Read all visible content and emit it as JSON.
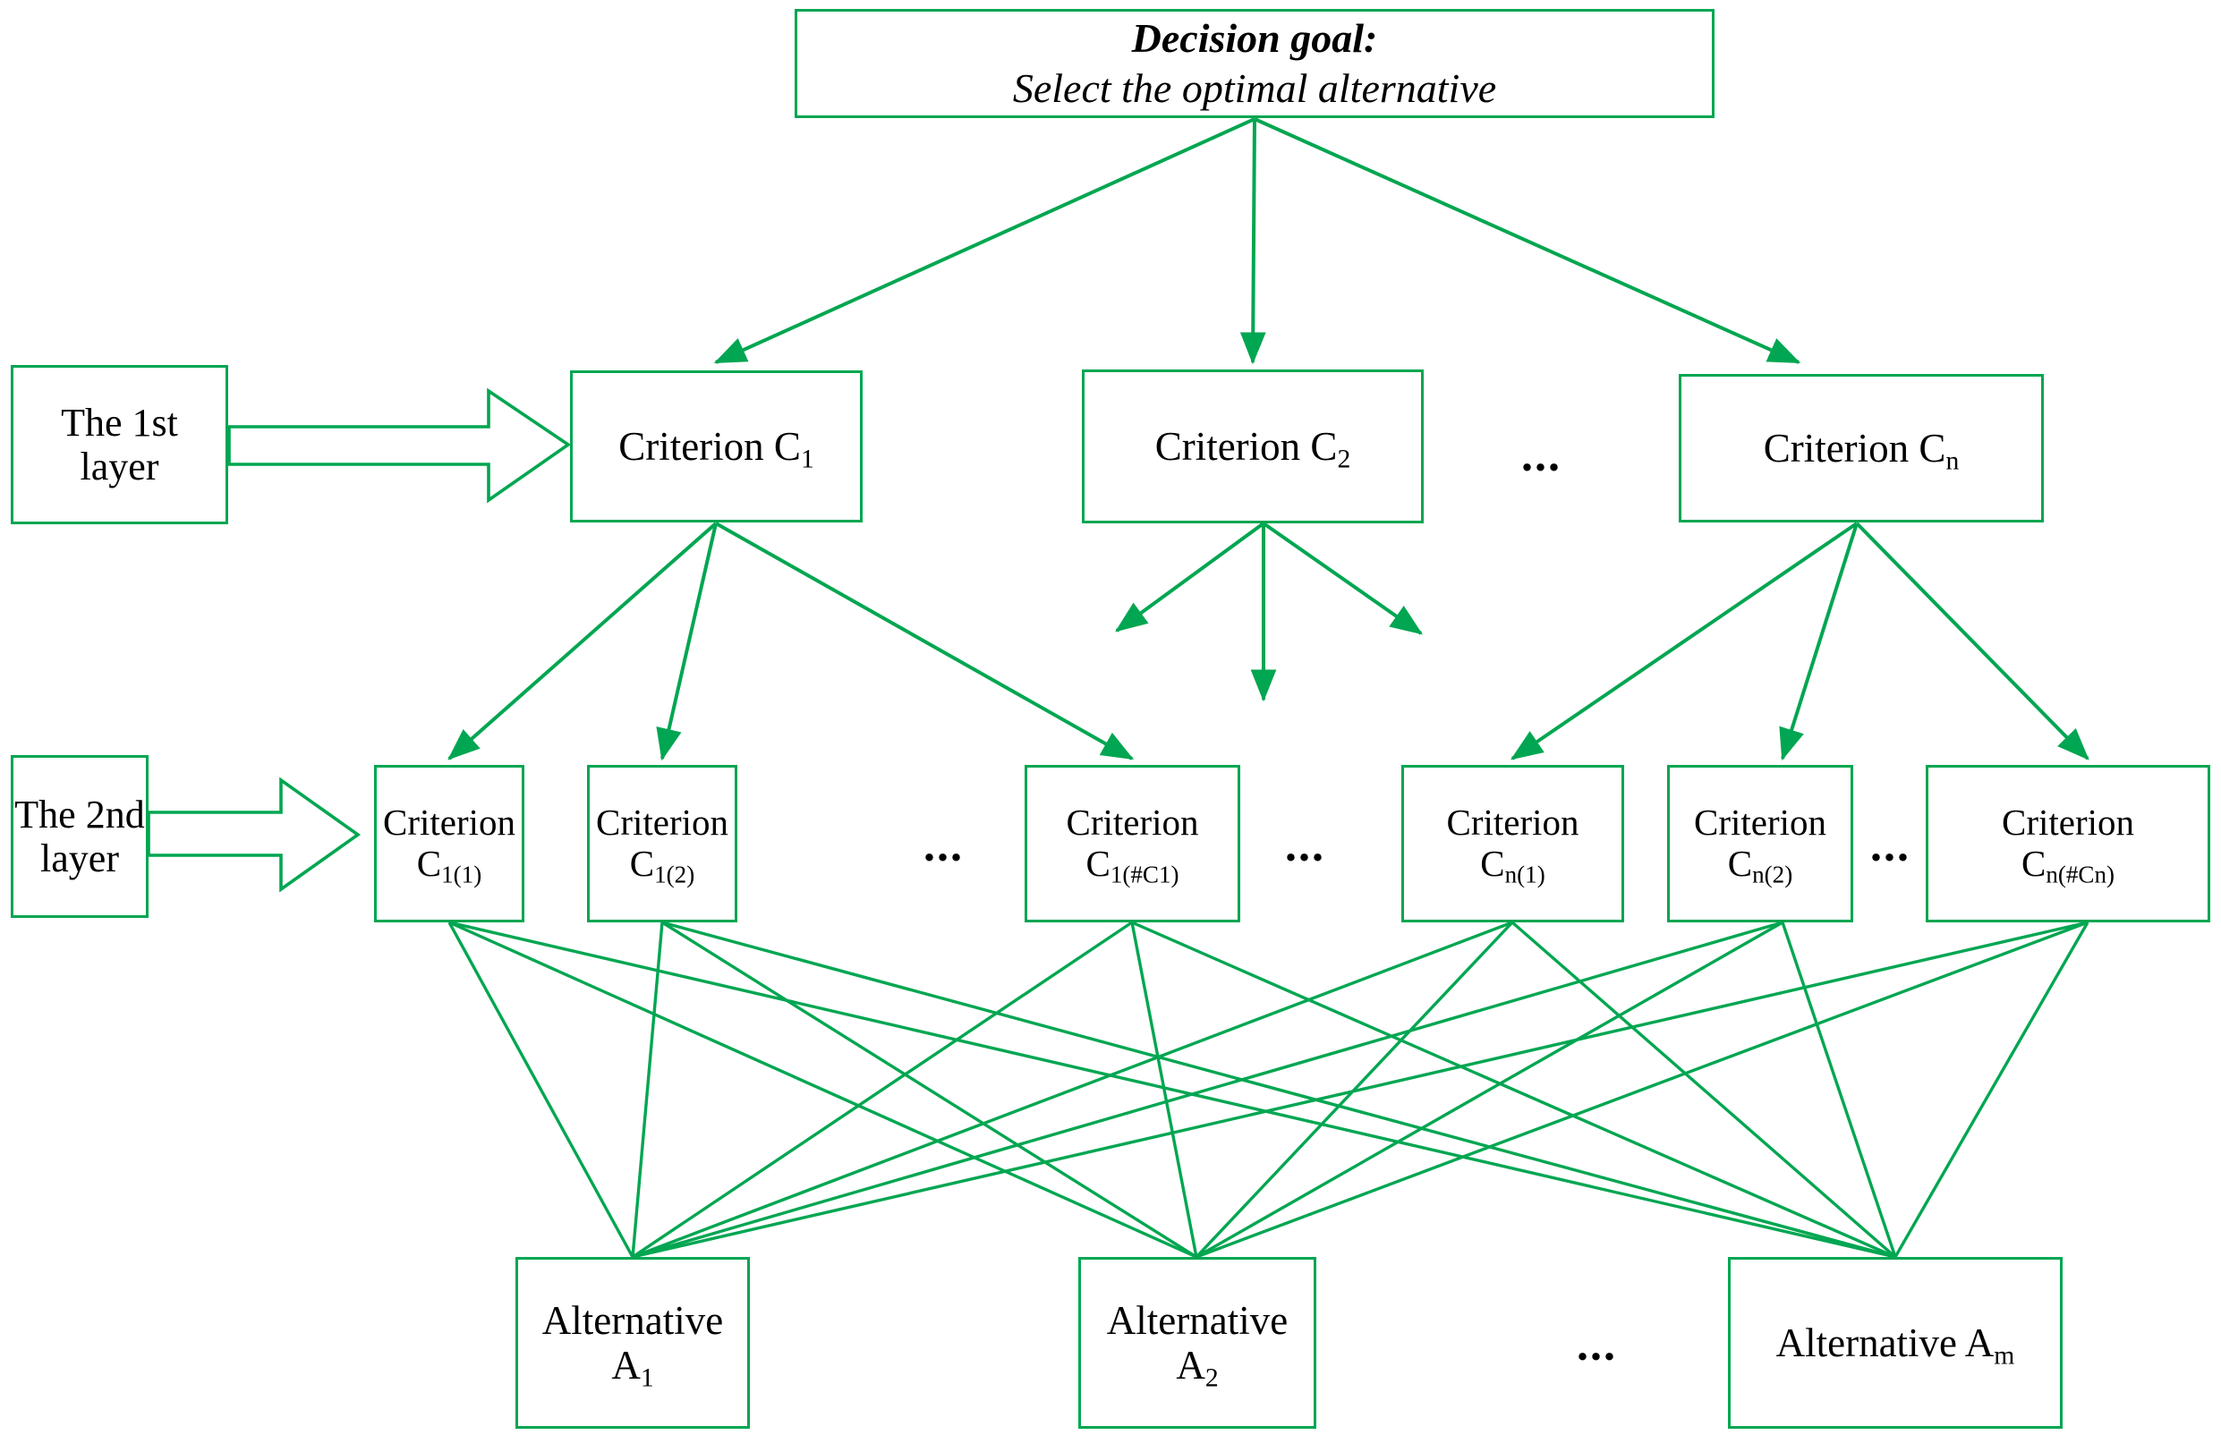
{
  "diagram": {
    "title_goal": "Decision goal:",
    "title_sub": "Select the optimal alternative",
    "accent_color": "#00a651",
    "text_color": "#000000",
    "background": "#ffffff",
    "layer_labels": [
      {
        "line1": "The 1st",
        "line2": "layer"
      },
      {
        "line1": "The 2nd",
        "line2": "layer"
      }
    ],
    "first_layer": [
      {
        "prefix": "Criterion C",
        "sub": "1"
      },
      {
        "prefix": "Criterion C",
        "sub": "2"
      },
      {
        "prefix": "Criterion C",
        "sub": "n"
      }
    ],
    "second_layer": [
      {
        "prefix": "Criterion",
        "base": "C",
        "sub": "1(1)"
      },
      {
        "prefix": "Criterion",
        "base": "C",
        "sub": "1(2)"
      },
      {
        "prefix": "Criterion",
        "base": "C",
        "sub": "1(#C1)"
      },
      {
        "prefix": "Criterion",
        "base": "C",
        "sub": "n(1)"
      },
      {
        "prefix": "Criterion",
        "base": "C",
        "sub": "n(2)"
      },
      {
        "prefix": "Criterion",
        "base": "C",
        "sub": "n(#Cn)"
      }
    ],
    "alternatives": [
      {
        "prefix": "Alternative A",
        "sub": "1"
      },
      {
        "prefix": "Alternative A",
        "sub": "2"
      },
      {
        "prefix": "Alternative A",
        "sub": "m"
      }
    ],
    "ellipses": [
      {
        "label": "...",
        "row": "first-layer"
      },
      {
        "label": "...",
        "row": "second-layer"
      },
      {
        "label": "...",
        "row": "second-layer"
      },
      {
        "label": "...",
        "row": "second-layer"
      },
      {
        "label": "...",
        "row": "alternatives"
      }
    ]
  }
}
